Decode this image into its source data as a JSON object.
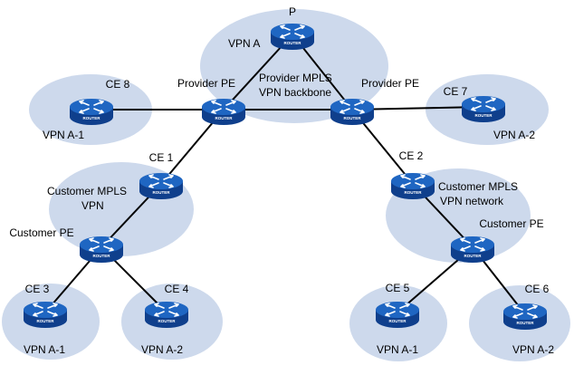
{
  "colors": {
    "region_fill": "#cdd9ec",
    "link": "#000000",
    "router_body": "#0f3f8c",
    "router_top": "#1f66c2",
    "router_arrow": "#ffffff"
  },
  "icon": "router-icon",
  "router_caption": "ROUTER",
  "routers": [
    {
      "id": "p",
      "label": "P"
    },
    {
      "id": "provider-pe-left",
      "label": "Provider PE"
    },
    {
      "id": "provider-pe-right",
      "label": "Provider PE"
    },
    {
      "id": "ce8",
      "label": "CE 8"
    },
    {
      "id": "ce7",
      "label": "CE 7"
    },
    {
      "id": "ce1",
      "label": "CE 1"
    },
    {
      "id": "ce2",
      "label": "CE 2"
    },
    {
      "id": "customer-pe-left",
      "label": "Customer PE"
    },
    {
      "id": "customer-pe-right",
      "label": "Customer PE"
    },
    {
      "id": "ce3",
      "label": "CE 3"
    },
    {
      "id": "ce4",
      "label": "CE 4"
    },
    {
      "id": "ce5",
      "label": "CE 5"
    },
    {
      "id": "ce6",
      "label": "CE 6"
    }
  ],
  "links": [
    [
      "p",
      "provider-pe-left"
    ],
    [
      "p",
      "provider-pe-right"
    ],
    [
      "provider-pe-left",
      "provider-pe-right"
    ],
    [
      "ce8",
      "provider-pe-left"
    ],
    [
      "provider-pe-right",
      "ce7"
    ],
    [
      "provider-pe-left",
      "ce1"
    ],
    [
      "provider-pe-right",
      "ce2"
    ],
    [
      "ce1",
      "customer-pe-left"
    ],
    [
      "ce2",
      "customer-pe-right"
    ],
    [
      "customer-pe-left",
      "ce3"
    ],
    [
      "customer-pe-left",
      "ce4"
    ],
    [
      "customer-pe-right",
      "ce5"
    ],
    [
      "customer-pe-right",
      "ce6"
    ]
  ],
  "regions": {
    "backbone": {
      "title": "VPN A",
      "lines": [
        "Provider MPLS",
        "VPN backbone"
      ]
    },
    "vpn_a1_top": {
      "label": "VPN A-1"
    },
    "vpn_a2_top": {
      "label": "VPN A-2"
    },
    "customer_left": {
      "lines": [
        "Customer MPLS",
        "VPN"
      ]
    },
    "customer_right": {
      "lines": [
        "Customer MPLS",
        "VPN network"
      ]
    },
    "vpn_a1_bl": {
      "label": "VPN A-1"
    },
    "vpn_a2_bl": {
      "label": "VPN A-2"
    },
    "vpn_a1_br": {
      "label": "VPN A-1"
    },
    "vpn_a2_br": {
      "label": "VPN A-2"
    }
  }
}
